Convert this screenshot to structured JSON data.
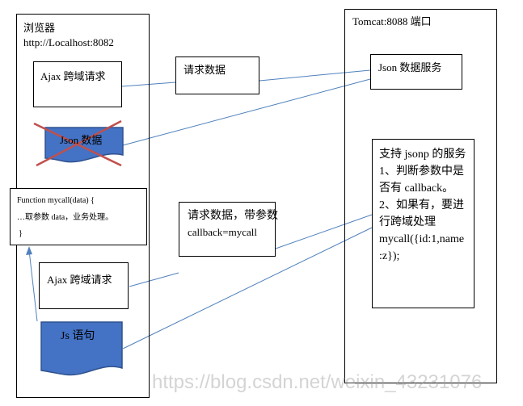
{
  "browser": {
    "title": "浏览器",
    "address": "http://Localhost:8082",
    "ajax_request_1": "Ajax 跨域请求",
    "json_data_crossed": "Json 数据",
    "callback_function": {
      "line1": "Function mycall(data) {",
      "line2": "…取参数 data，业务处理。",
      "line3": "}"
    },
    "ajax_request_2": "Ajax 跨域请求",
    "js_statement": "Js 语句"
  },
  "messages": {
    "request_data": "请求数据",
    "request_with_param_line1": "请求数据，带参数",
    "request_with_param_line2": "callback=mycall"
  },
  "tomcat": {
    "title": "Tomcat:8088 端口",
    "json_service": "Json 数据服务",
    "jsonp_service": "支持 jsonp 的服务\n1、判断参数中是\n否有 callback。\n2、如果有，要进\n行跨域处理\nmycall({id:1,name\n:z});"
  },
  "watermark": "https://blog.csdn.net/weixin_43231076",
  "colors": {
    "connector": "#4f81bd",
    "shape_fill": "#4472c4",
    "shape_border": "#2f528f",
    "cross": "#c0504d",
    "border": "#000000"
  }
}
